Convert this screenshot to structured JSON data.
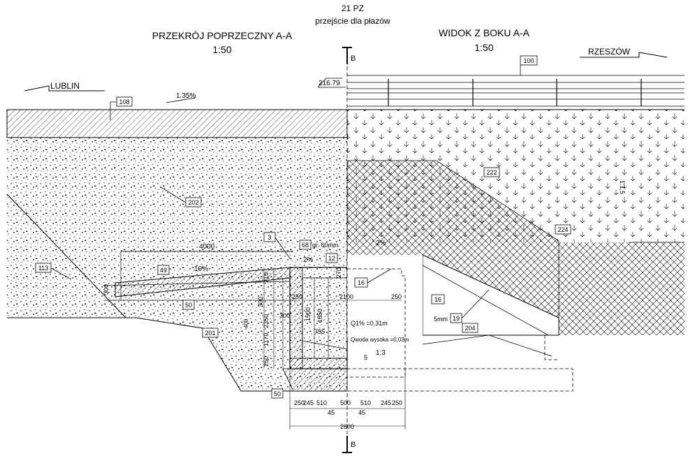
{
  "header": {
    "object_code": "21 PZ",
    "object_name": "przejście dla płazów"
  },
  "left_view": {
    "title": "PRZEKRÓJ POPRZECZNY A-A",
    "scale": "1:50"
  },
  "right_view": {
    "title": "WIDOK Z BOKU A-A",
    "scale": "1:50"
  },
  "section_markers": {
    "top": "B",
    "bottom": "B"
  },
  "directions": {
    "left": "LUBLIN",
    "right": "RZESZÓW"
  },
  "elevation": "216.79",
  "slopes": {
    "road": "1.35%",
    "upper_pipe": "10%",
    "deck": "2%",
    "deck_right": "2%",
    "embankment": "1:1,5",
    "channel": "1:3"
  },
  "tags": {
    "t100": "100",
    "t108": "108",
    "t202": "202",
    "t113": "113",
    "t3": "3",
    "t68": "68",
    "t12": "12",
    "t49": "49",
    "t50a": "50",
    "t201": "201",
    "t50b": "50",
    "t16a": "16",
    "t16b": "16",
    "t19": "19",
    "t204": "204",
    "t222": "222",
    "t224": "224"
  },
  "notes": {
    "gravel": "gr. 60mm",
    "thickness": "5mm",
    "flow_1": "Q1% =0,31m",
    "flow_2": "Qwoda wysoka =0,03m"
  },
  "dims": {
    "d4000": "4000",
    "d300": "300",
    "d270": "270",
    "d210": "210",
    "d2100": "2100",
    "d250a": "250",
    "d250b": "250",
    "d1500": "1500",
    "d1850": "1850",
    "d2350": "2350",
    "d300b": "300",
    "d300c": "300",
    "d1170": "1170",
    "d755": "755",
    "d250c": "250",
    "d5": "5",
    "d45a": "45",
    "d45b": "45",
    "d2600": "2600",
    "d400": "400"
  },
  "bottom_dims": [
    "250",
    "245",
    "510",
    "500",
    "510",
    "245",
    "250"
  ]
}
